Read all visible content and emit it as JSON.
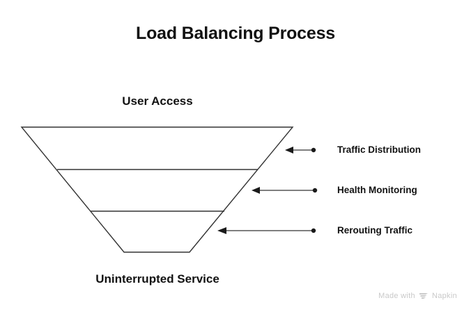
{
  "title": "Load Balancing Process",
  "funnel": {
    "top_label": "User Access",
    "bottom_label": "Uninterrupted Service",
    "stages": [
      {
        "label": "Traffic Distribution"
      },
      {
        "label": "Health Monitoring"
      },
      {
        "label": "Rerouting Traffic"
      }
    ]
  },
  "watermark": {
    "text_before": "Made with",
    "brand": "Napkin",
    "icon": "napkin-logo-icon"
  },
  "colors": {
    "background": "#ffffff",
    "text": "#121212",
    "line": "#333333",
    "watermark": "#c9c9c9"
  }
}
